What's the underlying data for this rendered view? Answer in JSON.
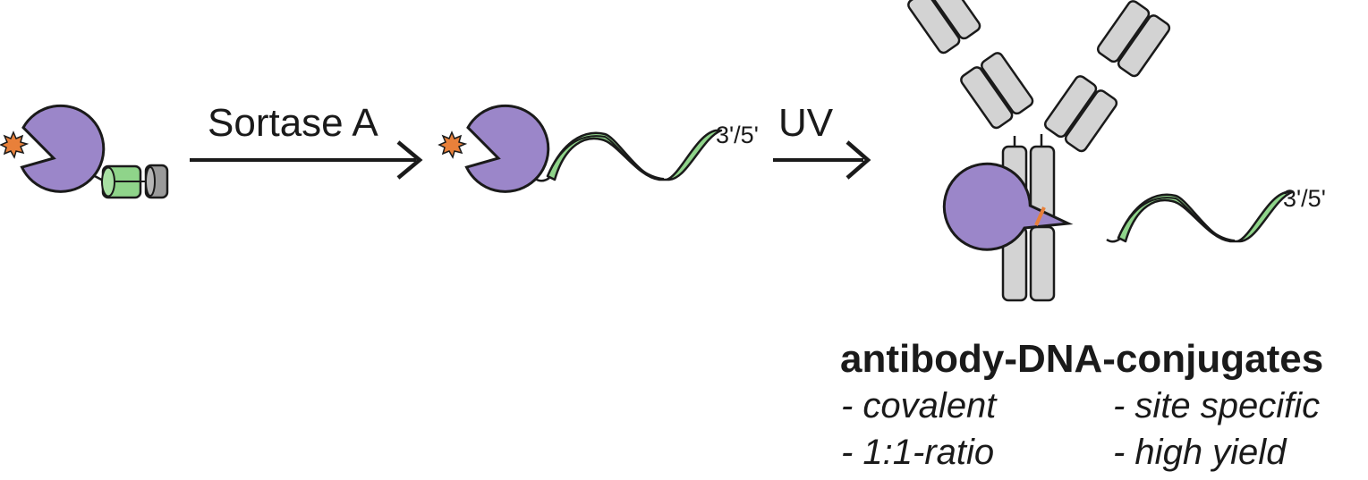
{
  "step1": {
    "label": "Sortase A"
  },
  "step2": {
    "label": "UV"
  },
  "oligo": {
    "end_label": "3'/5'"
  },
  "conjugate": {
    "end_label": "3'/5'",
    "title": "antibody-DNA-conjugates",
    "features": [
      "- covalent",
      "- site specific",
      "- 1:1-ratio",
      "- high yield"
    ]
  },
  "colors": {
    "protein": "#9b86c9",
    "dna": "#8fd48a",
    "antibody": "#d3d3d3",
    "reactive_group": "#e8803a",
    "cap": "#9a9a9a",
    "outline": "#1a1a1a"
  }
}
